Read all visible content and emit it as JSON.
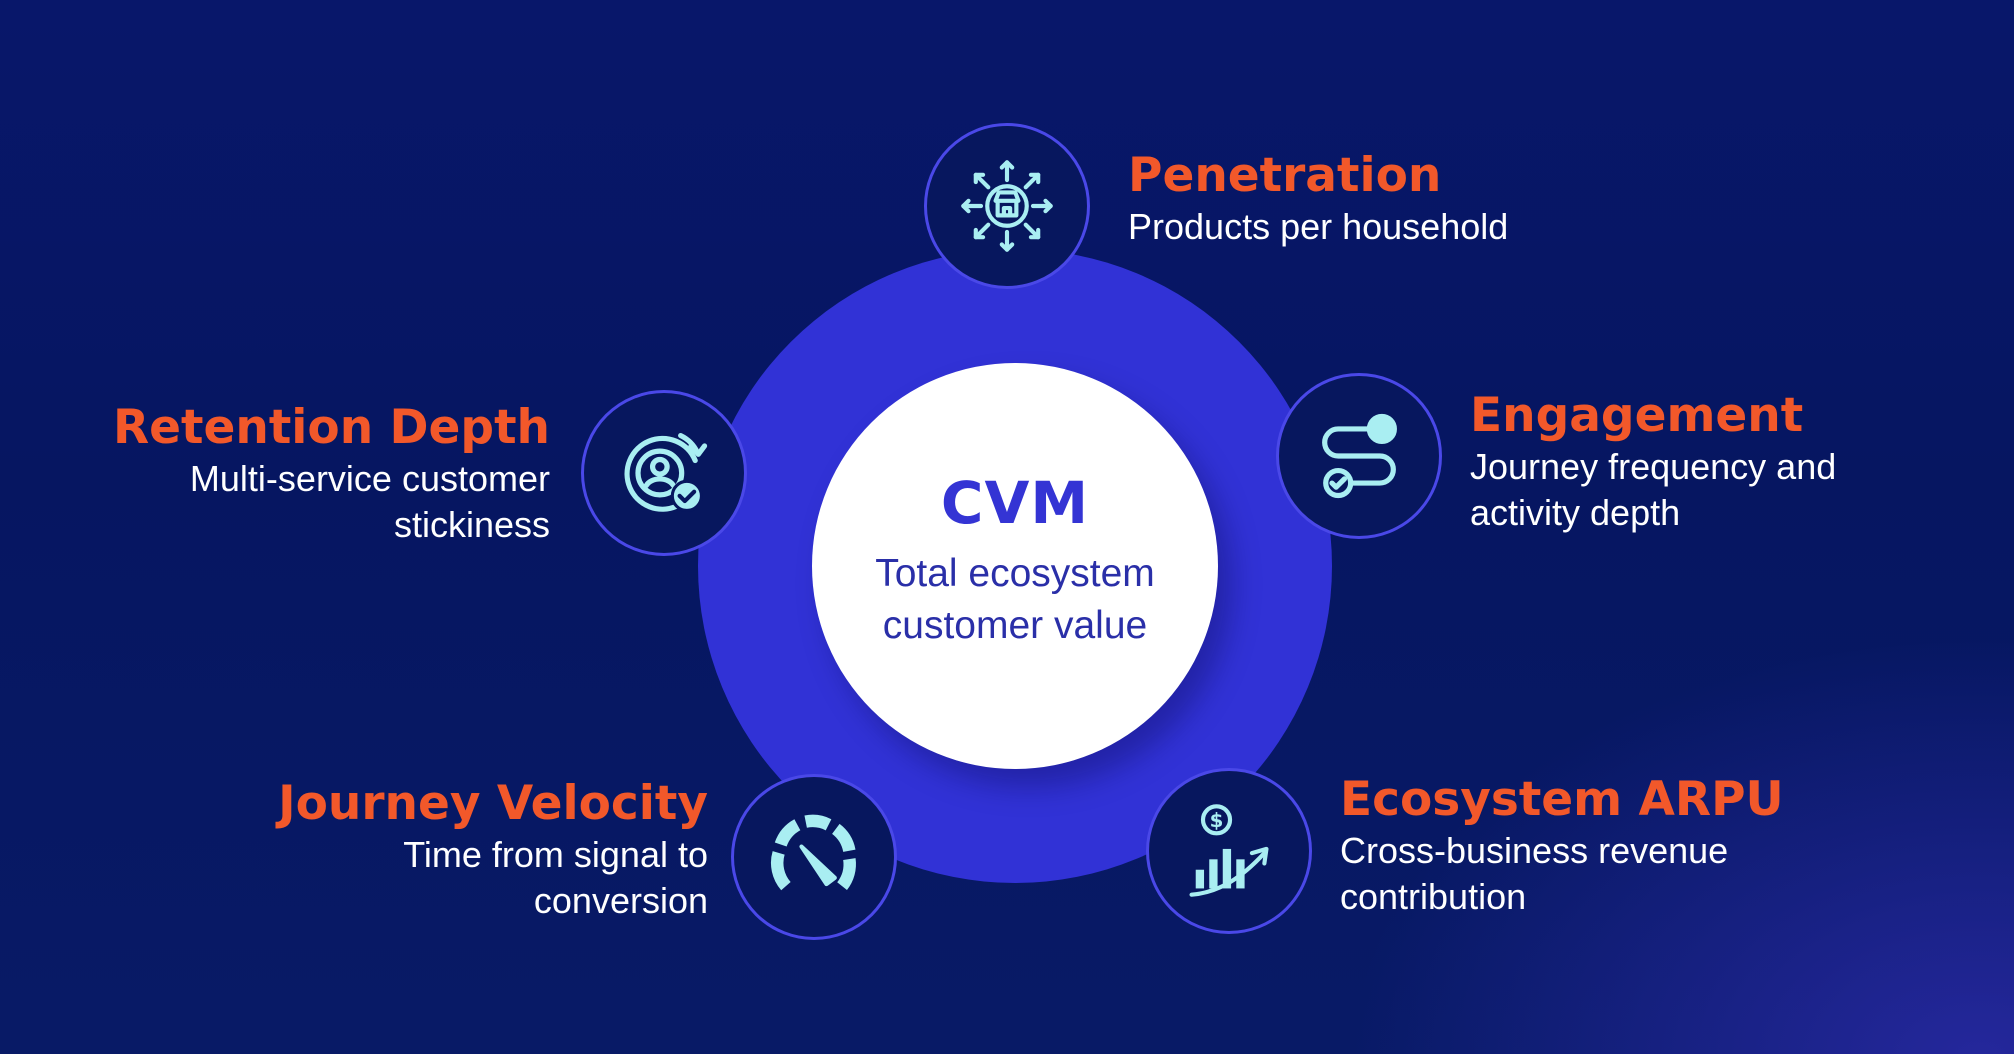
{
  "center": {
    "title": "CVM",
    "subtitle_line1": "Total ecosystem",
    "subtitle_line2": "customer value"
  },
  "colors": {
    "accent_orange": "#f2582a",
    "ring_blue": "#3132d6",
    "icon_cyan": "#a9eef2",
    "background_navy": "#07175e"
  },
  "metrics": [
    {
      "title": "Penetration",
      "desc_line1": "Products per household",
      "desc_line2": "",
      "icon": "store-arrows-icon"
    },
    {
      "title": "Engagement",
      "desc_line1": "Journey frequency and",
      "desc_line2": "activity depth",
      "icon": "journey-path-icon"
    },
    {
      "title": "Ecosystem ARPU",
      "desc_line1": "Cross-business revenue",
      "desc_line2": "contribution",
      "icon": "revenue-growth-icon"
    },
    {
      "title": "Journey Velocity",
      "desc_line1": "Time from signal to",
      "desc_line2": "conversion",
      "icon": "speedometer-icon"
    },
    {
      "title": "Retention Depth",
      "desc_line1": "Multi-service customer",
      "desc_line2": "stickiness",
      "icon": "customer-retention-icon"
    }
  ]
}
